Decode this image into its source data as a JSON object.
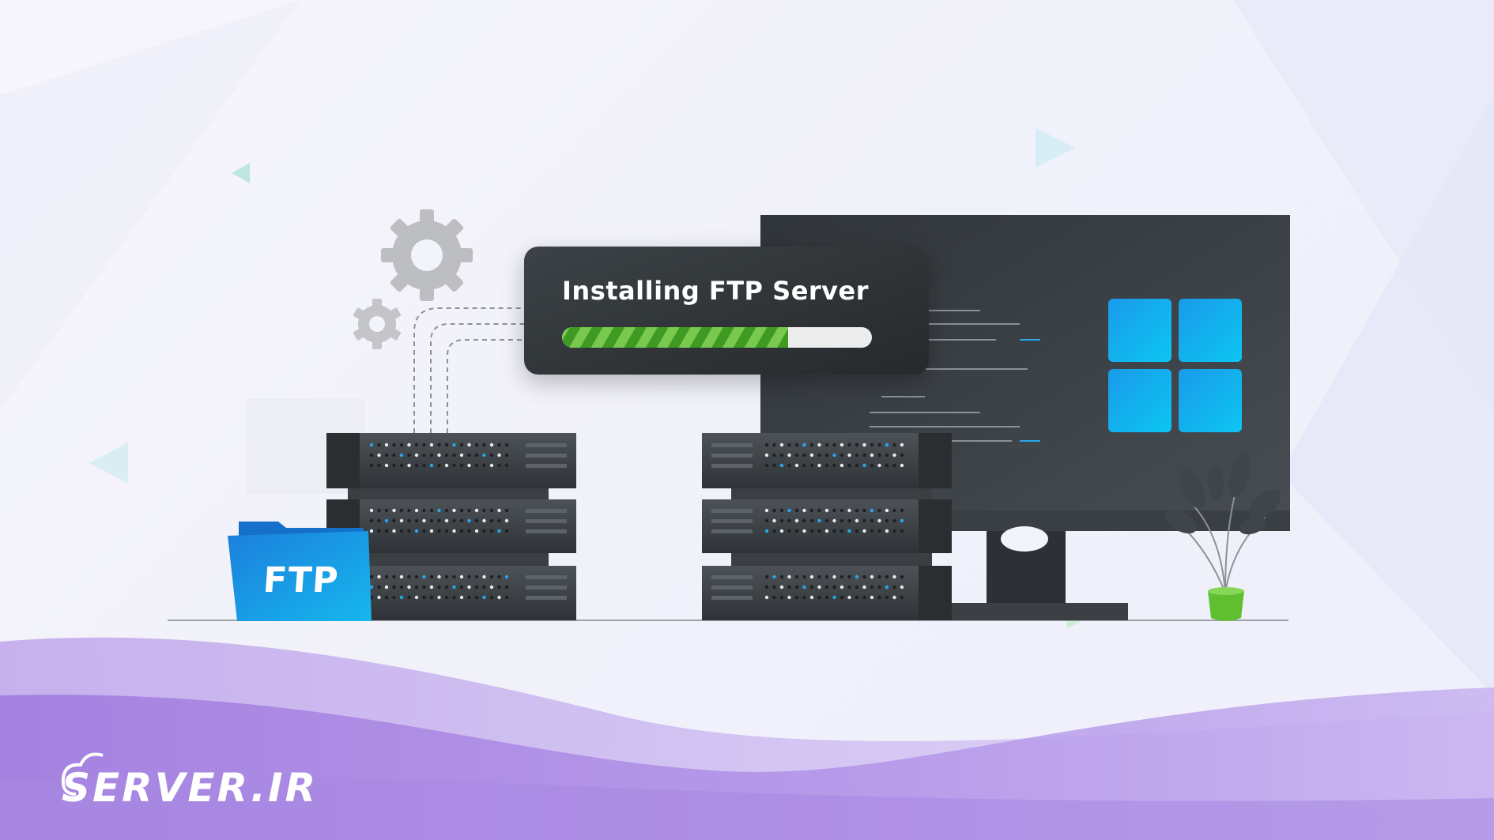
{
  "installer": {
    "title": "Installing FTP Server",
    "progress": 0.73
  },
  "folder": {
    "label": "FTP"
  },
  "brand": {
    "logo_text": "SERVER.IR"
  },
  "colors": {
    "background": "#f3f3fb",
    "wave_purple": "#a57fe3",
    "dark_panel": "#2c3034",
    "progress_green": "#5fb43a",
    "folder_blue": "#1a8de0",
    "windows_blue": "#18a8ec",
    "plant_green": "#5fbf2f"
  },
  "icons": [
    "gear-icon",
    "windows-logo-icon",
    "folder-icon",
    "plant-icon",
    "cloud-icon"
  ]
}
